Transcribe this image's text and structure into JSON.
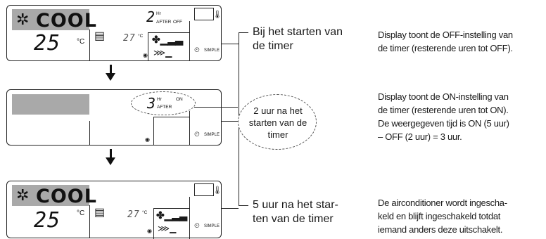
{
  "panel1": {
    "mode_text": "COOL",
    "temp_main": "25",
    "unit_main": "°C",
    "temp_room": "27",
    "unit_room": "°C",
    "timer_digit": "2",
    "timer_hr": "Hr",
    "timer_after": "AFTER",
    "timer_off": "OFF",
    "simple": "SIMPLE"
  },
  "panel2": {
    "timer_digit": "3",
    "timer_hr": "Hr",
    "timer_on": "ON",
    "timer_after": "AFTER",
    "simple": "SIMPLE"
  },
  "panel3": {
    "mode_text": "COOL",
    "temp_main": "25",
    "unit_main": "°C",
    "temp_room": "27",
    "unit_room": "°C",
    "simple": "SIMPLE"
  },
  "notes": {
    "note1_line1": "Bij het starten van",
    "note1_line2": "de timer",
    "callout_line1": "2 uur na het",
    "callout_line2": "starten van de",
    "callout_line3": "timer",
    "note3_line1": "5 uur na het star-",
    "note3_line2": "ten van de timer"
  },
  "descriptions": {
    "desc1_line1": "Display toont de OFF-instelling van",
    "desc1_line2": "de timer (resterende uren tot OFF).",
    "desc2_line1": "Display toont de ON-instelling van",
    "desc2_line2": "de timer (resterende uren tot ON).",
    "desc2_line3": "De weergegeven tijd is ON (5 uur)",
    "desc2_line4": "– OFF (2 uur) = 3 uur.",
    "desc3_line1": "De airconditioner wordt ingescha-",
    "desc3_line2": "keld en blijft ingeschakeld totdat",
    "desc3_line3": "iemand anders deze uitschakelt."
  }
}
